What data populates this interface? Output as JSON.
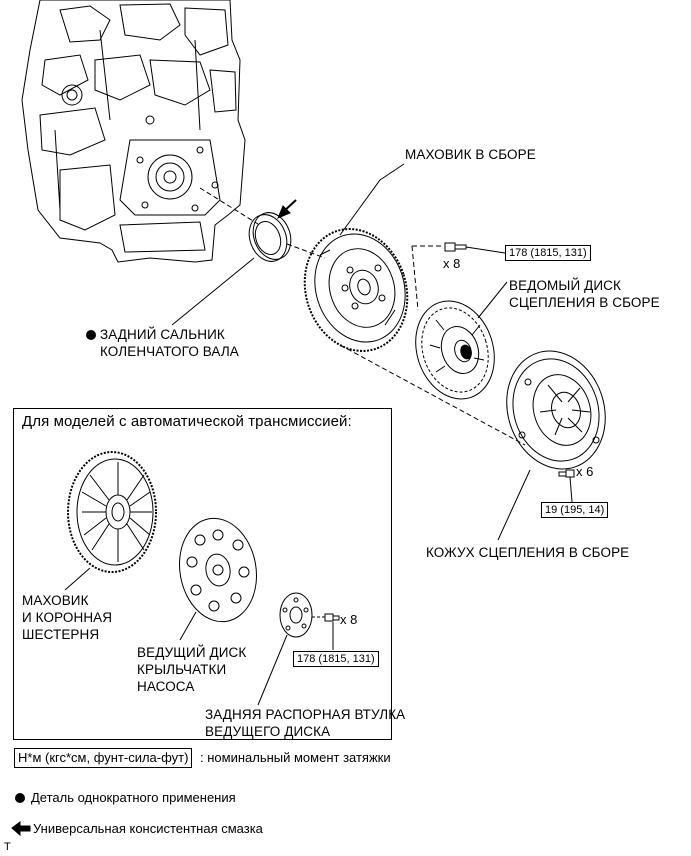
{
  "labels": {
    "flywheel": "МАХОВИК В СБОРЕ",
    "clutch_disc": "ВЕДОМЫЙ ДИСК\nСЦЕПЛЕНИЯ В СБОРЕ",
    "oil_seal": "ЗАДНИЙ САЛЬНИК\nКОЛЕНЧАТОГО ВАЛА",
    "clutch_cover": "КОЖУХ СЦЕПЛЕНИЯ В СБОРЕ"
  },
  "torques": {
    "flywheel_bolt": "178 (1815, 131)",
    "cover_bolt": "19 (195, 14)",
    "at_bolt": "178 (1815, 131)"
  },
  "quantities": {
    "flywheel_bolt": "x 8",
    "cover_bolt": "x 6",
    "at_bolt": "x 8"
  },
  "at_section": {
    "title": "Для моделей с автоматической трансмиссией:",
    "flywheel_ring": "МАХОВИК\nИ КОРОННАЯ\nШЕСТЕРНЯ",
    "drive_plate": "ВЕДУЩИЙ ДИСК\nКРЫЛЬЧАТКИ\nНАСОСА",
    "spacer": "ЗАДНЯЯ РАСПОРНАЯ ВТУЛКА\nВЕДУЩЕГО ДИСКА"
  },
  "legend": {
    "torque_unit": "Н*м (кгс*см, фунт-сила-фут)",
    "torque_desc": ": номинальный момент затяжки",
    "non_reusable": "Деталь однократного применения",
    "grease": "Универсальная консистентная смазка"
  },
  "corner_mark": "T"
}
